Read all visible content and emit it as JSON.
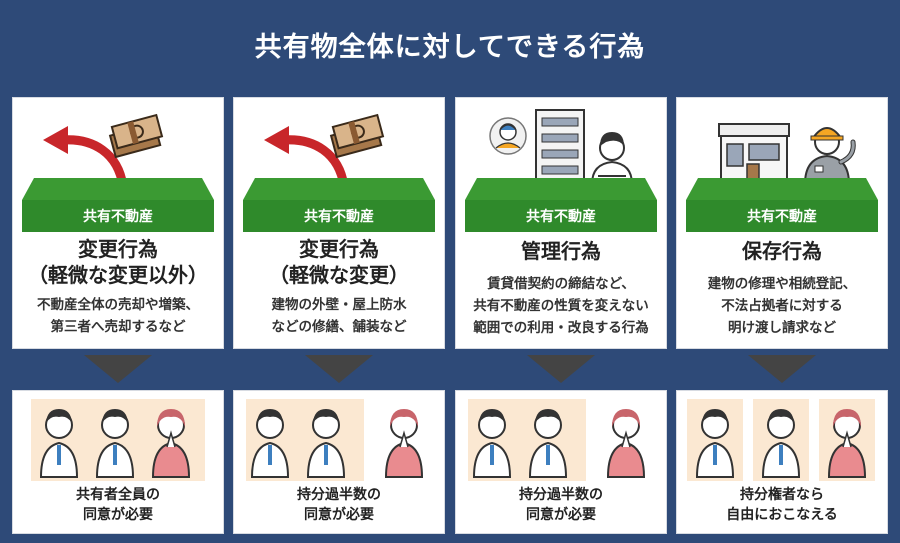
{
  "title": "共有物全体に対してできる行為",
  "ground_label": "共有不動産",
  "columns": [
    {
      "heading_1": "変更行為",
      "heading_2": "（軽微な変更以外）",
      "desc_1": "不動産全体の売却や増築、",
      "desc_2": "第三者へ売却するなど",
      "desc_3": "",
      "consent_1": "共有者全員の",
      "consent_2": "同意が必要"
    },
    {
      "heading_1": "変更行為",
      "heading_2": "（軽微な変更）",
      "desc_1": "建物の外壁・屋上防水",
      "desc_2": "などの修繕、舗装など",
      "desc_3": "",
      "consent_1": "持分過半数の",
      "consent_2": "同意が必要"
    },
    {
      "heading_1": "管理行為",
      "heading_2": "",
      "desc_1": "賃貸借契約の締結など、",
      "desc_2": "共有不動産の性質を変えない",
      "desc_3": "範囲での利用・改良する行為",
      "consent_1": "持分過半数の",
      "consent_2": "同意が必要"
    },
    {
      "heading_1": "保存行為",
      "heading_2": "",
      "desc_1": "建物の修理や相続登記、",
      "desc_2": "不法占拠者に対する",
      "desc_3": "明け渡し請求など",
      "consent_1": "持分権者なら",
      "consent_2": "自由におこなえる"
    }
  ],
  "colors": {
    "background": "#2e4a78",
    "ground": "#2f8a2b",
    "arrow_red": "#c8262a",
    "highlight": "#fbe8d2"
  }
}
